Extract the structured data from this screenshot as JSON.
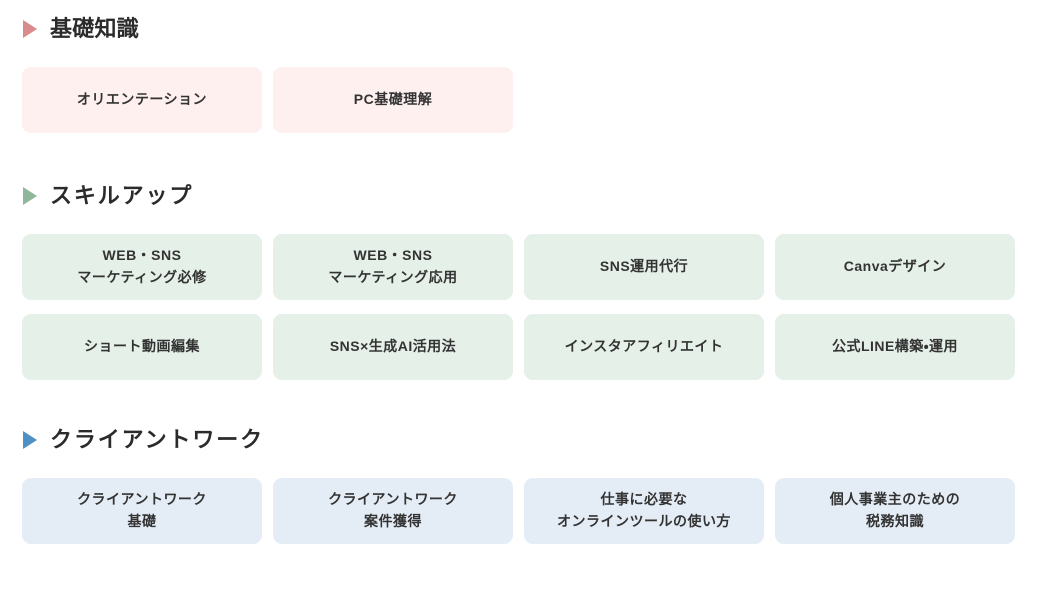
{
  "page": {
    "background": "#ffffff",
    "text_color": "#333333"
  },
  "sections": [
    {
      "id": "basics",
      "title": "基礎知識",
      "marker_color": "#d98b8b",
      "card_color": "#fdf0ee",
      "cards": [
        "オリエンテーション",
        "PC基礎理解"
      ]
    },
    {
      "id": "skillup",
      "title": "スキルアップ",
      "marker_color": "#8fb89a",
      "card_color": "#e5f0e8",
      "cards": [
        "WEB・SNS\nマーケティング必修",
        "WEB・SNS\nマーケティング応用",
        "SNS運用代行",
        "Canvaデザイン",
        "ショート動画編集",
        "SNS×生成AI活用法",
        "インスタアフィリエイト",
        "公式LINE構築・運用"
      ]
    },
    {
      "id": "client",
      "title": "クライアントワーク",
      "marker_color": "#4e91c6",
      "card_color": "#e4edf6",
      "cards": [
        "クライアントワーク\n基礎",
        "クライアントワーク\n案件獲得",
        "仕事に必要な\nオンラインツールの使い方",
        "個人事業主のための\n税務知識"
      ]
    }
  ]
}
